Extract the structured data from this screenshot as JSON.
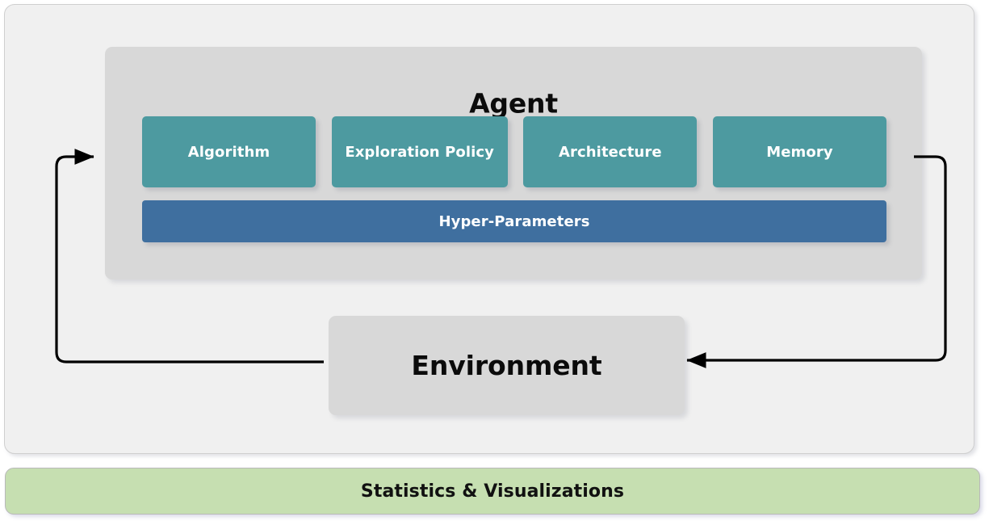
{
  "diagram": {
    "title_visible": false,
    "agent": {
      "title": "Agent",
      "components": [
        {
          "label": "Algorithm"
        },
        {
          "label": "Exploration Policy"
        },
        {
          "label": "Architecture"
        },
        {
          "label": "Memory"
        }
      ],
      "hyper_parameters": {
        "label": "Hyper-Parameters"
      }
    },
    "environment": {
      "label": "Environment"
    },
    "statistics": {
      "label": "Statistics & Visualizations"
    },
    "arrows": [
      {
        "name": "agent-to-environment",
        "from": "Agent",
        "to": "Environment",
        "direction": "right-side loop, arrowhead at Environment right edge"
      },
      {
        "name": "environment-to-agent",
        "from": "Environment",
        "to": "Agent",
        "direction": "left-side loop, arrowhead at Agent left edge"
      }
    ],
    "colors": {
      "outer_panel": "#f0f0f0",
      "agent_panel": "#d8d8d8",
      "component_card": "#4d9aa0",
      "hyper_parameters": "#3f6f9f",
      "environment_panel": "#d8d8d8",
      "statistics_bar": "#c6dfb1",
      "arrow": "#000000",
      "component_text": "#ffffff",
      "heading_text": "#0b0b0b"
    }
  }
}
